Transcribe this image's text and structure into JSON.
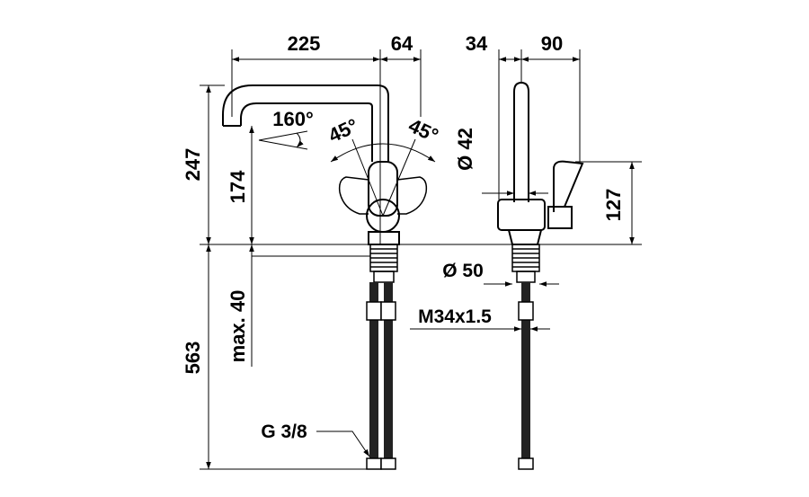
{
  "front_view": {
    "spout_reach": "225",
    "spout_to_center": "64",
    "swivel_angle": "160°",
    "lever_angle_left": "45°",
    "lever_angle_right": "45°",
    "total_height": "247",
    "spout_height": "174",
    "max_counter_thickness": "max. 40",
    "hose_length": "563",
    "hose_connection": "G 3/8"
  },
  "side_view": {
    "offset_left": "34",
    "offset_right": "90",
    "spout_diameter": "Ø 42",
    "lever_height": "127",
    "base_diameter": "Ø 50",
    "thread": "M34x1.5"
  },
  "colors": {
    "line": "#000000",
    "background": "#ffffff"
  }
}
